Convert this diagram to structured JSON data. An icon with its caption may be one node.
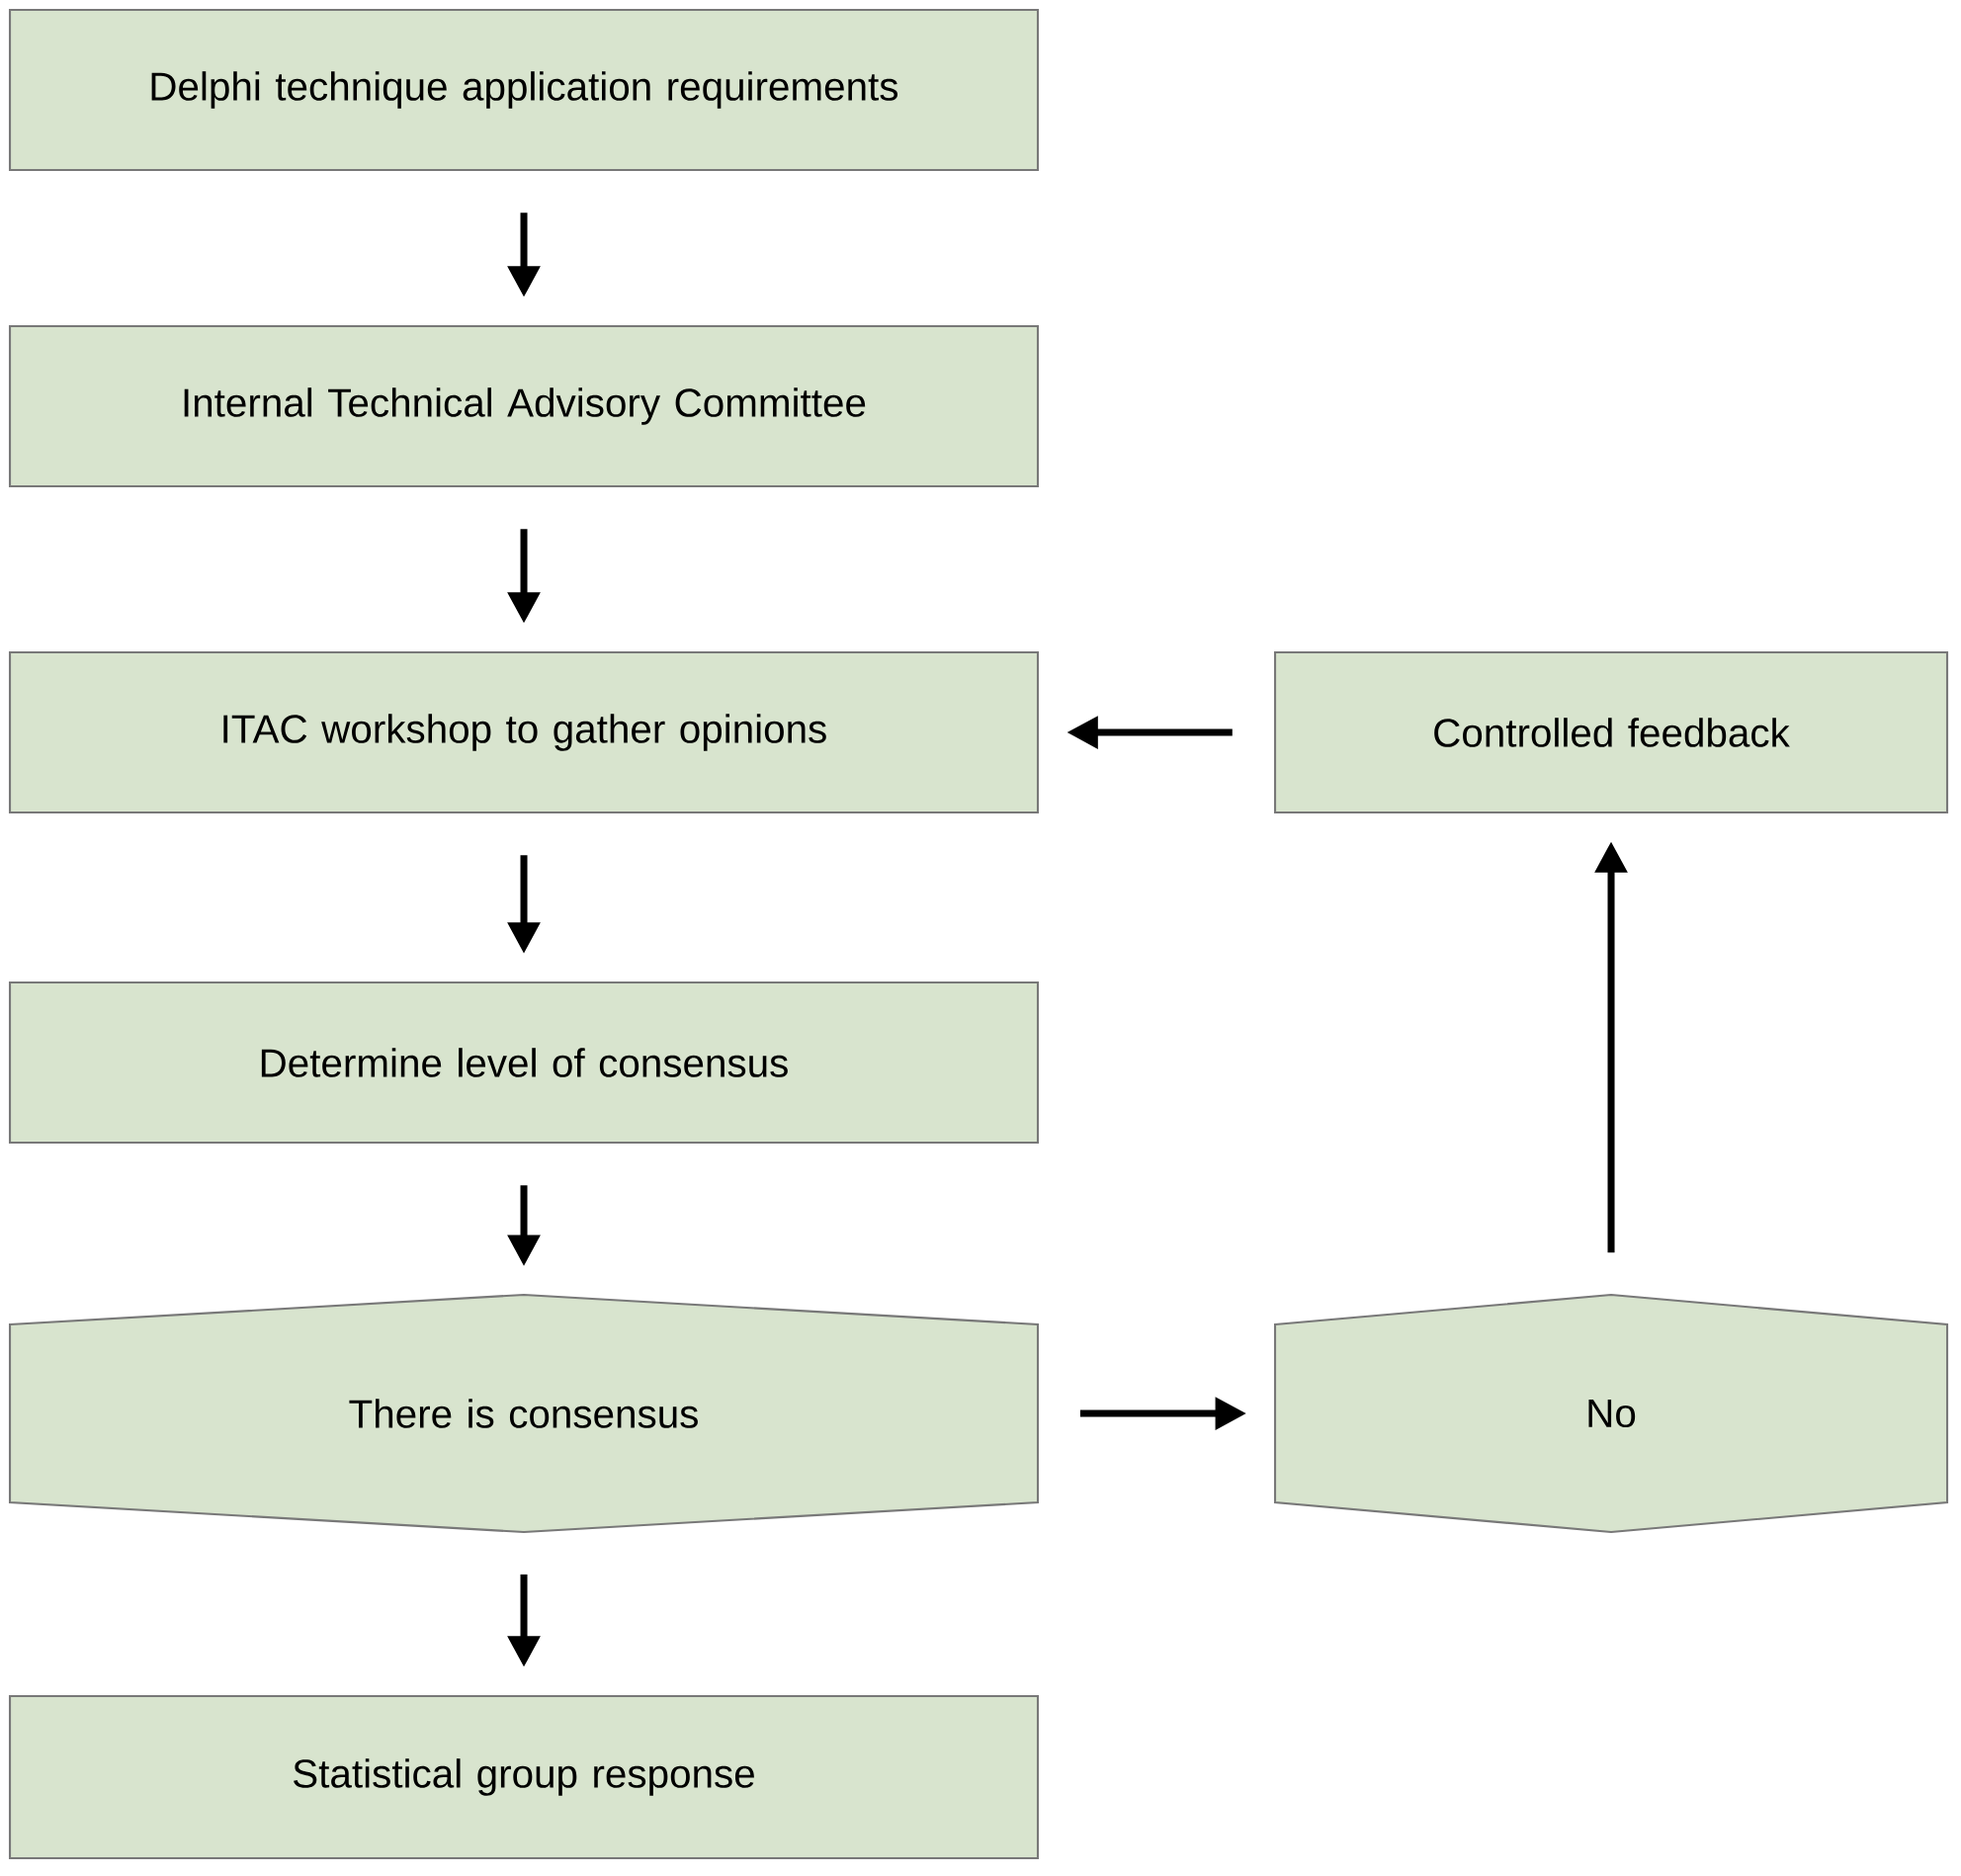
{
  "diagram": {
    "nodes": [
      {
        "text": [
          "Delphi technique application requirements"
        ]
      },
      {
        "text": [
          "Internal Technical Advisory Committee"
        ]
      },
      {
        "text": [
          "ITAC workshop to gather opinions"
        ]
      },
      {
        "text": [
          "Controlled feedback"
        ]
      },
      {
        "text": [
          "Determine level of consensus"
        ]
      },
      {
        "text": [
          "There is consensus"
        ]
      },
      {
        "text": [
          "No"
        ]
      },
      {
        "text": [
          "Statistical group response"
        ]
      }
    ],
    "edges": [
      {
        "from": 0,
        "to": 1,
        "arrow": "to"
      },
      {
        "from": 1,
        "to": 2,
        "arrow": "to"
      },
      {
        "from": 3,
        "to": 2,
        "arrow": "to"
      },
      {
        "from": 2,
        "to": 4,
        "arrow": "to"
      },
      {
        "from": 4,
        "to": 5,
        "arrow": "to"
      },
      {
        "from": 5,
        "to": 6,
        "arrow": "to"
      },
      {
        "from": 6,
        "to": 3,
        "arrow": "to"
      },
      {
        "from": 5,
        "to": 7,
        "arrow": "to"
      }
    ]
  }
}
